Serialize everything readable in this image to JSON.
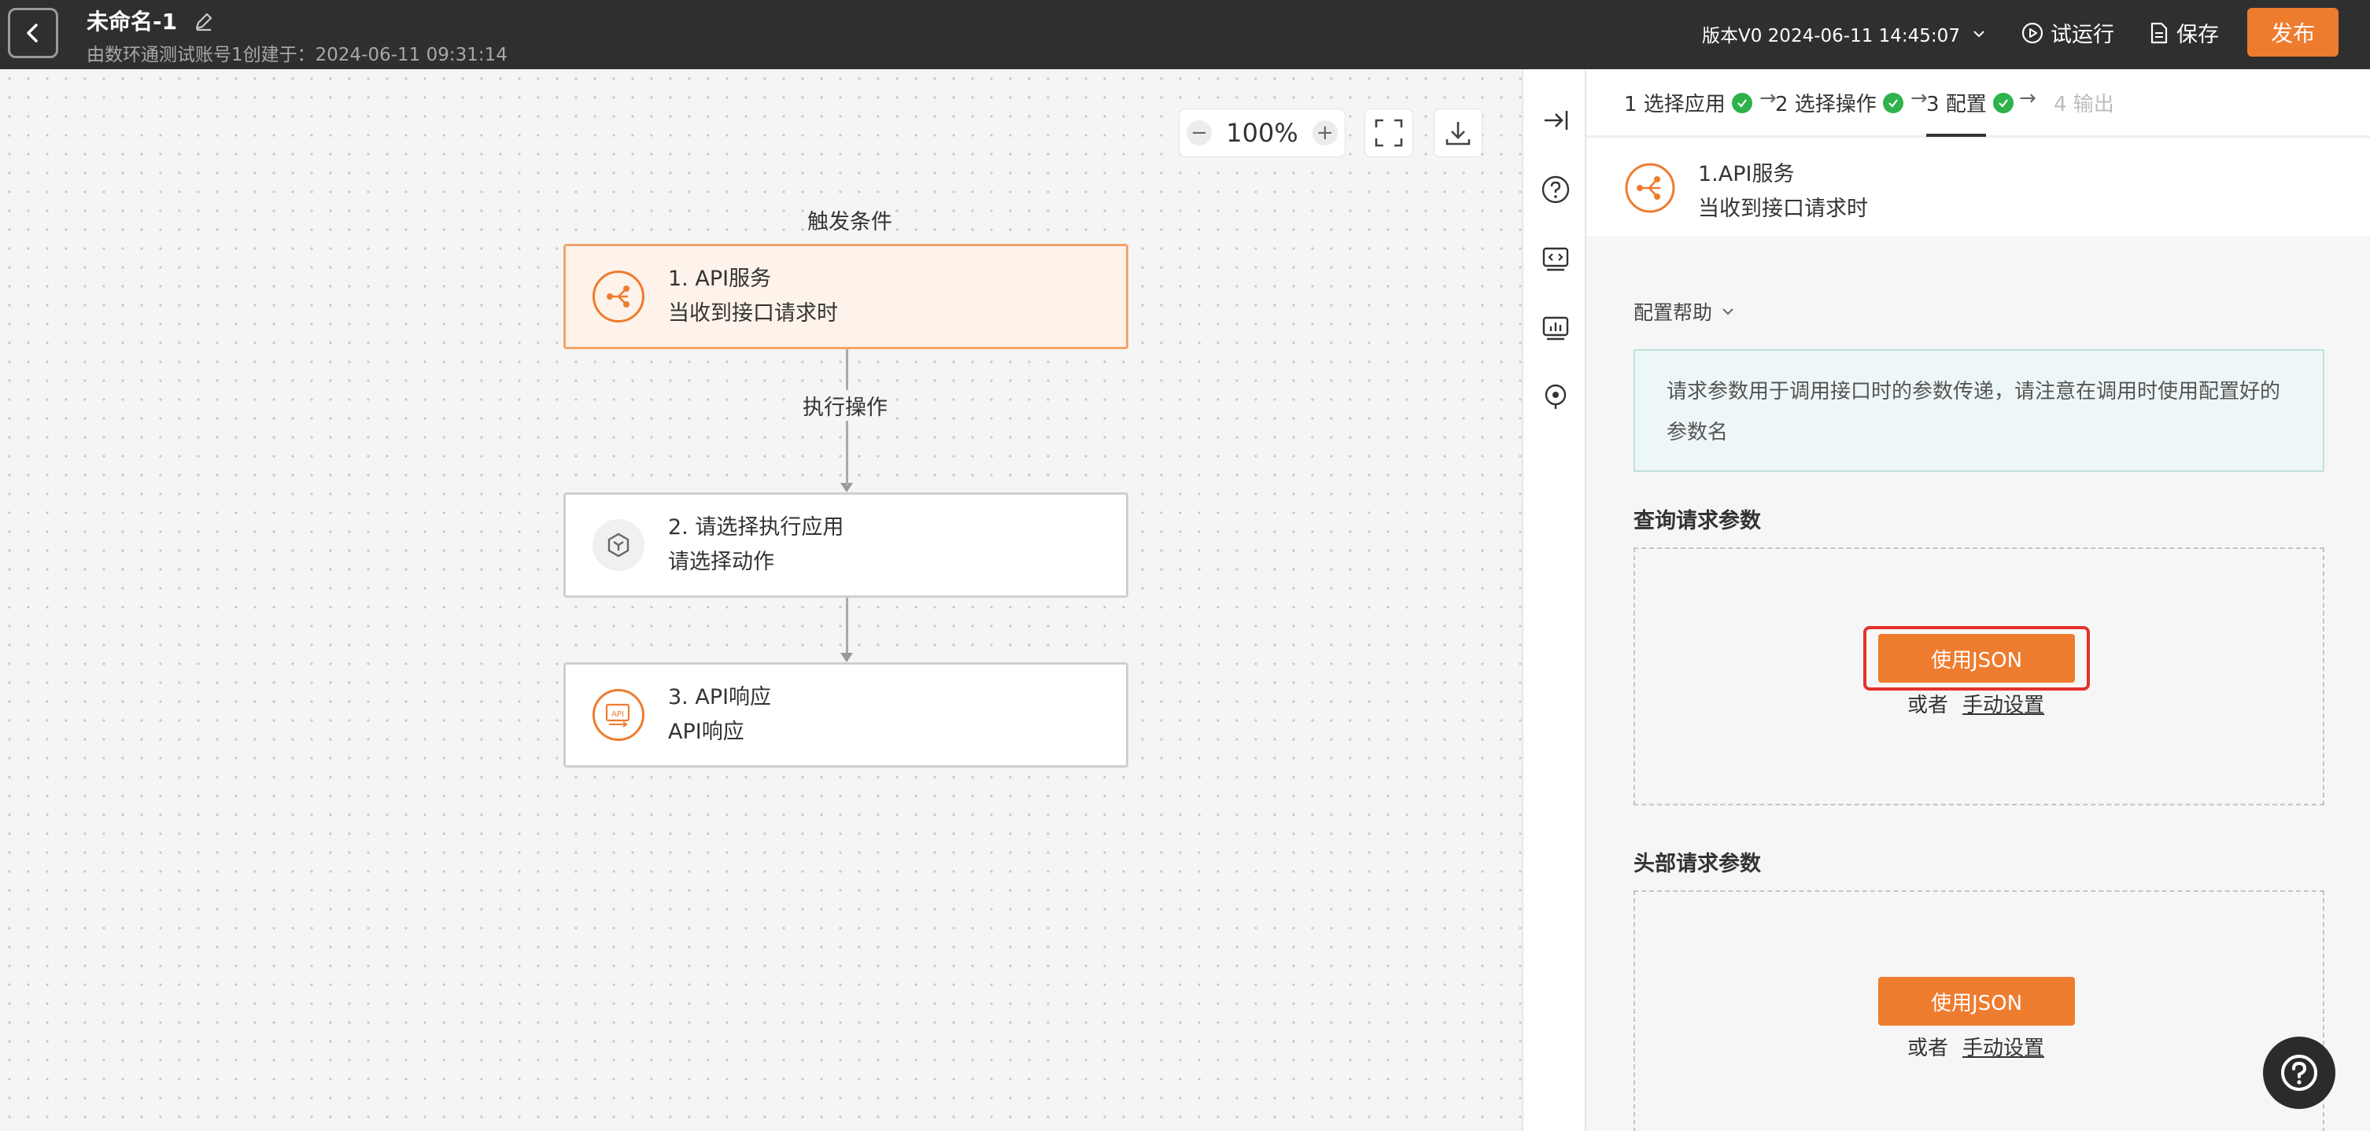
{
  "header": {
    "title": "未命名-1",
    "subtitle": "由数环通测试账号1创建于：2024-06-11 09:31:14",
    "version_label": "版本V0 2024-06-11 14:45:07",
    "run_label": "试运行",
    "save_label": "保存",
    "publish_label": "发布"
  },
  "canvas": {
    "zoom_level": "100%",
    "trigger_label": "触发条件",
    "action_label": "执行操作",
    "nodes": [
      {
        "title": "1. API服务",
        "subtitle": "当收到接口请求时"
      },
      {
        "title": "2. 请选择执行应用",
        "subtitle": "请选择动作"
      },
      {
        "title": "3. API响应",
        "subtitle": "API响应"
      }
    ]
  },
  "panel": {
    "steps": [
      {
        "label": "1 选择应用"
      },
      {
        "label": "2 选择操作"
      },
      {
        "label": "3 配置"
      },
      {
        "label": "4 输出"
      }
    ],
    "selected_app": {
      "title": "1.API服务",
      "subtitle": "当收到接口请求时"
    },
    "config_help_label": "配置帮助",
    "info_text": "请求参数用于调用接口时的参数传递，请注意在调用时使用配置好的参数名",
    "sections": [
      {
        "title": "查询请求参数",
        "button_label": "使用JSON",
        "or_label": "或者",
        "link_label": "手动设置"
      },
      {
        "title": "头部请求参数",
        "button_label": "使用JSON",
        "or_label": "或者",
        "link_label": "手动设置"
      }
    ]
  },
  "colors": {
    "accent": "#ee7c2f",
    "topbar": "#2f2f2f",
    "success": "#2eb24b",
    "highlight": "#e5312c"
  }
}
